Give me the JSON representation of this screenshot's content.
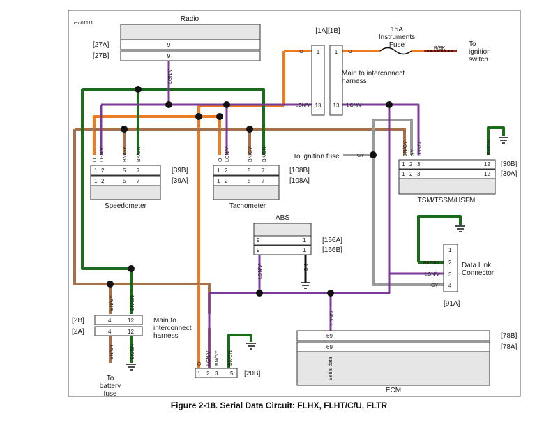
{
  "figure_id": "em01111",
  "caption": "Figure 2-18. Serial Data Circuit: FLHX, FLHT/C/U, FLTR",
  "colors": {
    "orange": "#f07a1e",
    "violet": "#7b3a96",
    "brown": "#a5704a",
    "green": "#1a6b1a",
    "black": "#111111",
    "gray": "#9a9a9a",
    "red": "#c42828",
    "box_fill": "#e6e6e6",
    "border": "#333333"
  },
  "components": {
    "radio": "Radio",
    "speedometer": "Speedometer",
    "tachometer": "Tachometer",
    "abs": "ABS",
    "tsm": "TSM/TSSM/HSFM",
    "ecm": "ECM",
    "dlc": "Data Link\nConnector",
    "fuse": "15A\nInstruments\nFuse",
    "main_interconnect_top": "Main to interconnect\nharness",
    "main_interconnect_bottom": "Main to\ninterconnect\nharness"
  },
  "connectors": {
    "c27a": "[27A]",
    "c27b": "[27B]",
    "c1a1b": "[1A][1B]",
    "c39b": "[39B]",
    "c39a": "[39A]",
    "c108b": "[108B]",
    "c108a": "[108A]",
    "c166a": "[166A]",
    "c166b": "[166B]",
    "c30b": "[30B]",
    "c30a": "[30A]",
    "c91a": "[91A]",
    "c78b": "[78B]",
    "c78a": "[78A]",
    "c2b": "[2B]",
    "c2a": "[2A]",
    "c20b": "[20B]"
  },
  "labels": {
    "to_ignition_switch": "To\nignition\nswitch",
    "to_ignition_fuse": "To ignition fuse",
    "to_battery_fuse": "To\nbattery\nfuse",
    "serial_data": "Serial data"
  },
  "wires": {
    "lgnv": "LGN/V",
    "bngy": "BN/GY",
    "bkgn": "BK/GN",
    "gy": "GY",
    "bk": "BK",
    "rbk": "R/BK",
    "o": "O"
  },
  "pins": {
    "p1": "1",
    "p2": "2",
    "p3": "3",
    "p4": "4",
    "p5": "5",
    "p7": "7",
    "p9": "9",
    "p12": "12",
    "p13": "13",
    "p69": "69"
  }
}
